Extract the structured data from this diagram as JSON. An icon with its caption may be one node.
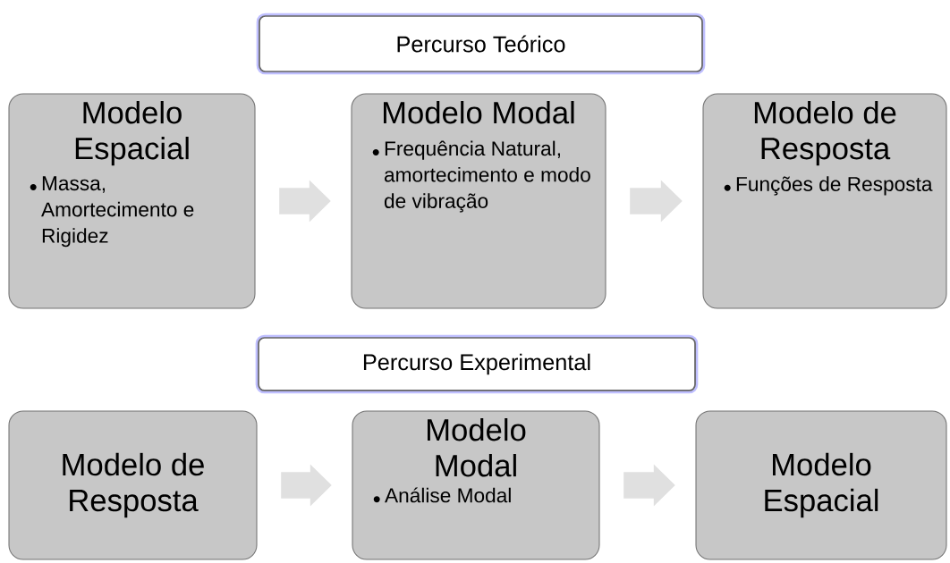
{
  "diagram": {
    "nodes": [
      {
        "text": [
          "Percurso Teórico"
        ]
      },
      {
        "text": [
          "Modelo Espacial",
          "Massa, Amortecimento e Rigidez"
        ]
      },
      {
        "text": [
          "Modelo Modal",
          "Frequência Natural, amortecimento e modo de vibração"
        ]
      },
      {
        "text": [
          "Modelo de Resposta",
          "Funções de Resposta"
        ]
      },
      {
        "text": [
          "Percurso Experimental"
        ]
      },
      {
        "text": [
          "Modelo de Resposta"
        ]
      },
      {
        "text": [
          "Modelo Modal",
          "Análise Modal"
        ]
      },
      {
        "text": [
          "Modelo Espacial"
        ]
      }
    ],
    "edges": [
      {
        "from": 1,
        "to": 2,
        "arrow": "to"
      },
      {
        "from": 2,
        "to": 3,
        "arrow": "to"
      },
      {
        "from": 5,
        "to": 6,
        "arrow": "to"
      },
      {
        "from": 6,
        "to": 7,
        "arrow": "to"
      }
    ]
  }
}
